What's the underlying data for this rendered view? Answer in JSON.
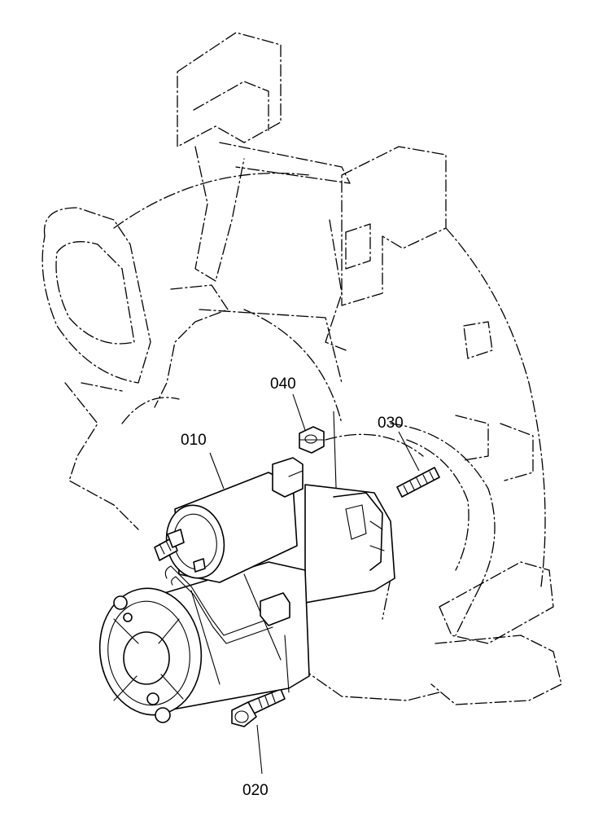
{
  "callouts": [
    {
      "id": "010",
      "label": "010"
    },
    {
      "id": "020",
      "label": "020"
    },
    {
      "id": "030",
      "label": "030"
    },
    {
      "id": "040",
      "label": "040"
    }
  ]
}
